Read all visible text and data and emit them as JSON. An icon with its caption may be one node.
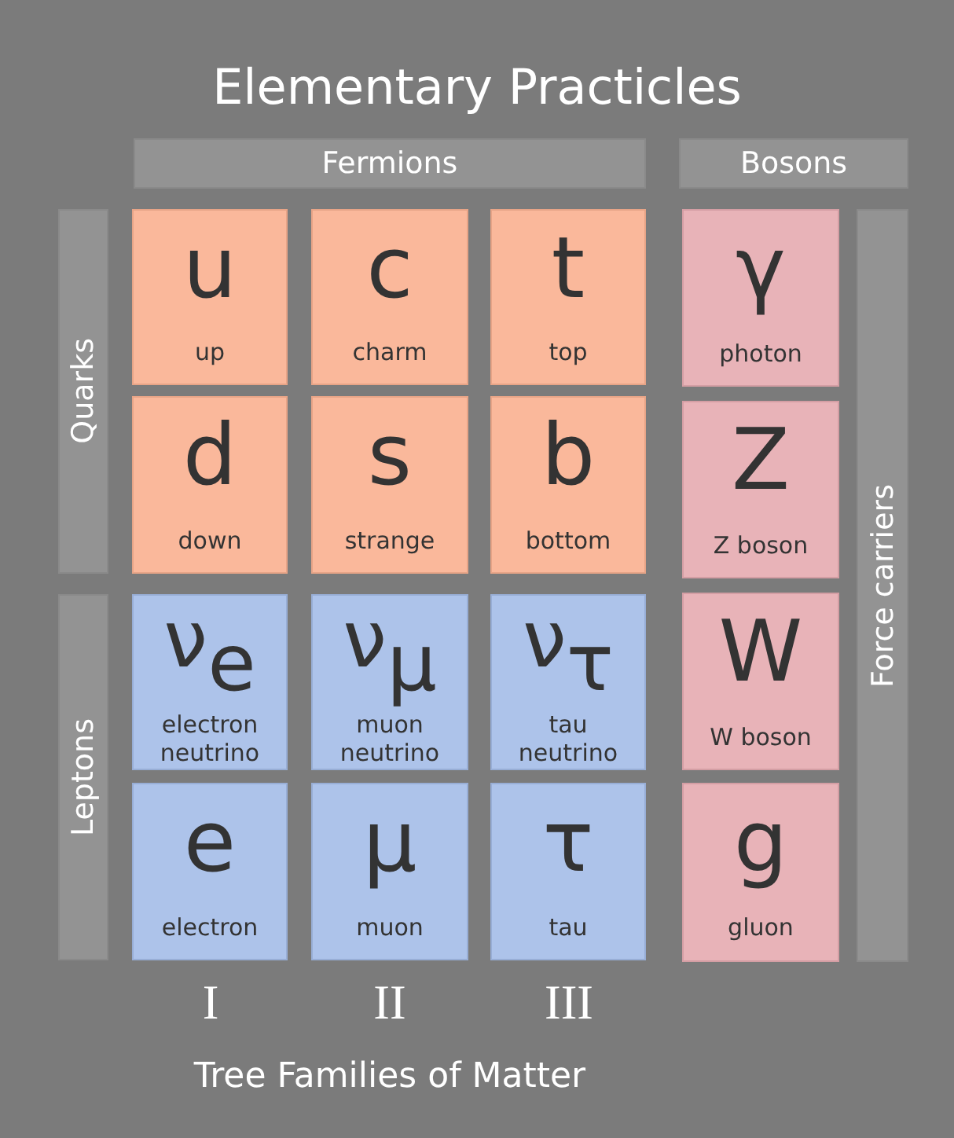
{
  "diagram": {
    "title": "Elementary Practicles",
    "nodes": [
      {
        "text": [
          "Fermions"
        ]
      },
      {
        "text": [
          "Bosons"
        ]
      },
      {
        "text": [
          "Quarks"
        ]
      },
      {
        "text": [
          "Leptons"
        ]
      },
      {
        "text": [
          "Force carriers"
        ]
      },
      {
        "text": [
          "u",
          "up"
        ]
      },
      {
        "text": [
          "c",
          "charm"
        ]
      },
      {
        "text": [
          "t",
          "top"
        ]
      },
      {
        "text": [
          "γ",
          "photon"
        ]
      },
      {
        "text": [
          "d",
          "down"
        ]
      },
      {
        "text": [
          "s",
          "strange"
        ]
      },
      {
        "text": [
          "b",
          "bottom"
        ]
      },
      {
        "text": [
          "Z",
          "Z boson"
        ]
      },
      {
        "text": [
          "ν$_{e}$",
          "electron neutrino"
        ]
      },
      {
        "text": [
          "ν$_{μ}$",
          "muon neutrino"
        ]
      },
      {
        "text": [
          "ν$_{τ}$",
          "tau neutrino"
        ]
      },
      {
        "text": [
          "W",
          "W boson"
        ]
      },
      {
        "text": [
          "e",
          "electron"
        ]
      },
      {
        "text": [
          "μ",
          "muon"
        ]
      },
      {
        "text": [
          "τ",
          "tau"
        ]
      },
      {
        "text": [
          "g",
          "gluon"
        ]
      }
    ],
    "labels": [
      "I",
      "II",
      "III",
      "Tree Families of Matter"
    ]
  }
}
